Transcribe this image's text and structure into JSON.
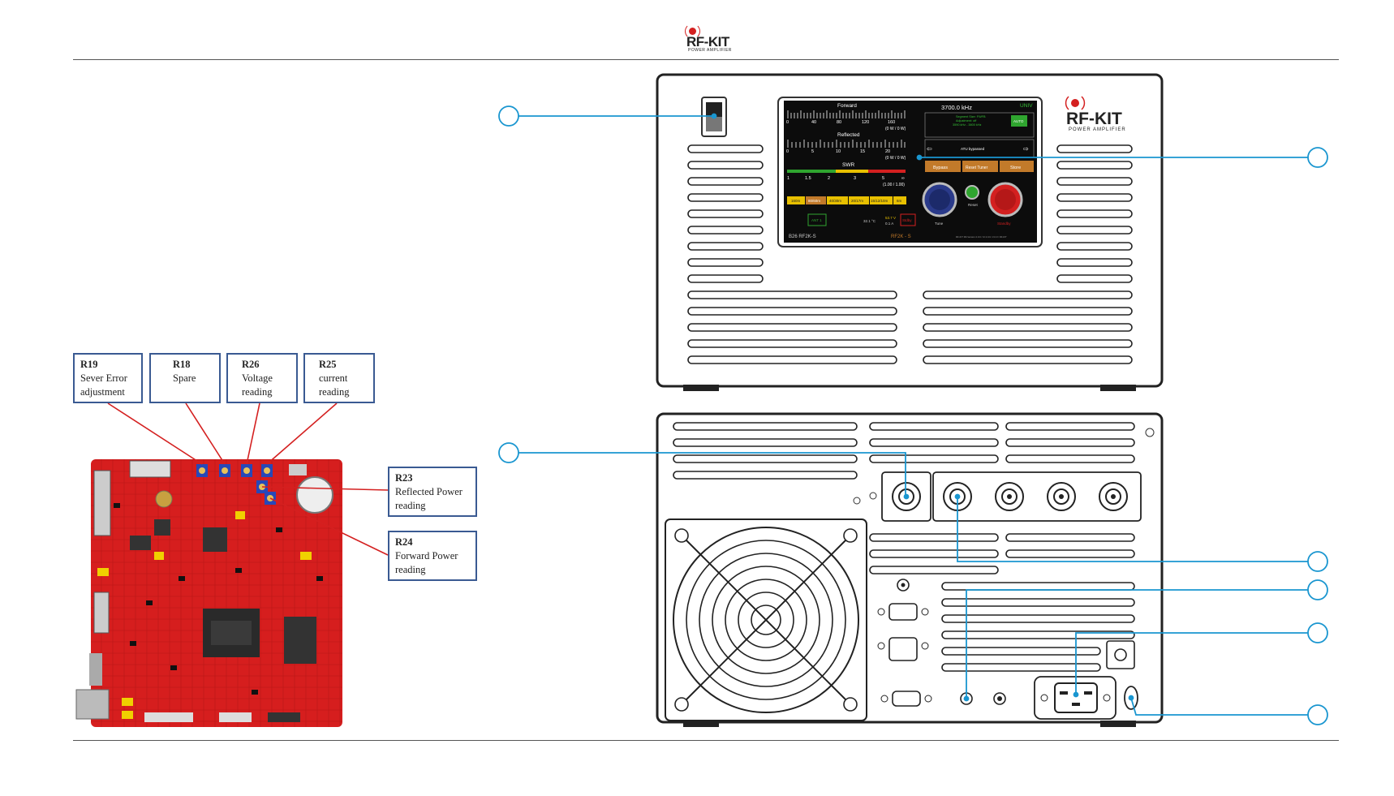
{
  "brand": {
    "name": "RF-KIT",
    "tagline": "POWER AMPLIFIER",
    "accent": "#d42020"
  },
  "labels": [
    {
      "code": "R19",
      "text": "Sever Error\nadjustment"
    },
    {
      "code": "R18",
      "text": "Spare"
    },
    {
      "code": "R26",
      "text": "Voltage\nreading"
    },
    {
      "code": "R25",
      "text": "current\nreading"
    },
    {
      "code": "R23",
      "text": "Reflected Power\nreading"
    },
    {
      "code": "R24",
      "text": "Forward Power\nreading"
    }
  ],
  "display": {
    "forward_label": "Forward",
    "forward_ticks": [
      "0",
      "40",
      "80",
      "120",
      "160"
    ],
    "forward_unit": "(0 W / 0 W)",
    "reflected_label": "Reflected",
    "reflected_ticks": [
      "0",
      "5",
      "10",
      "15",
      "20"
    ],
    "reflected_unit": "(0 W / 0 W)",
    "swr_label": "SWR",
    "swr_ticks": [
      "1",
      "1.5",
      "2",
      "3",
      "5",
      "∞"
    ],
    "swr_value": "(1.00 / 1.00)",
    "frequency": "3700.0 kHz",
    "mode": "UNIV",
    "tuner_info": [
      "Segment Size: FWFB",
      "Adjustment: off",
      "3590 kHz - 3800 kHz"
    ],
    "auto_label": "AUTO",
    "atu_status": "ATU bypassed",
    "buttons": [
      "Bypass",
      "Reset Tuner",
      "Store"
    ],
    "bands": [
      "160m",
      "80/60m",
      "40/30m",
      "20/17m",
      "15/12/10m",
      "6m"
    ],
    "antenna": "ANT 1",
    "temperature": "32.1 °C",
    "voltage": "53.7 V",
    "current": "0.1 A",
    "standby": "Stdby",
    "knob_left_label": "Tune",
    "knob_mid_label": "Reset",
    "knob_right_label": "Standby",
    "model_left": "B26 RF2K-S",
    "model_center": "RF2K - S",
    "version": "RF-KIT RF-Version 2.0.0 / UI 2.0.0 / 2.0.0 / RF-KIT"
  }
}
